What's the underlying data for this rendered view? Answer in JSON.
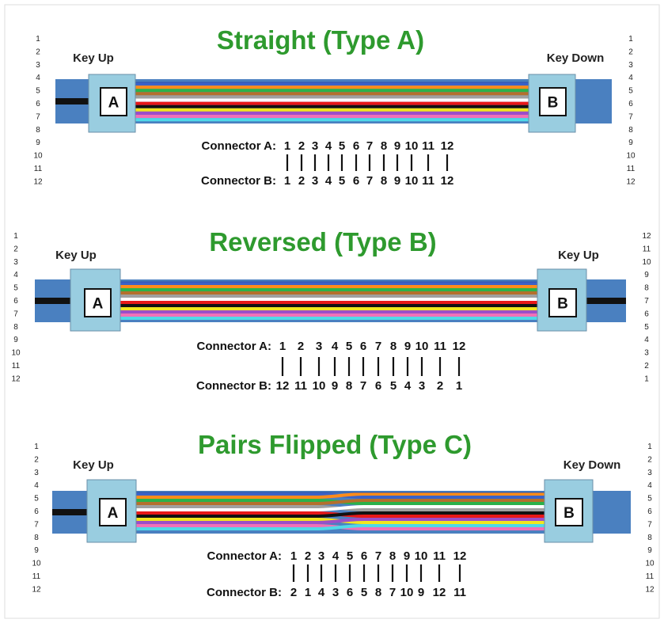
{
  "colors": {
    "title": "#2e9a2e",
    "cable_jacket": "#4a80c0",
    "connector_body": "#99cde0",
    "connector_border": "#6a8fa8",
    "fibers": [
      "#3a62c8",
      "#ff8c1a",
      "#2bb24a",
      "#b4702c",
      "#a0a0a0",
      "#ffffff",
      "#e81818",
      "#111111",
      "#f2e51e",
      "#9a4fc8",
      "#f070b8",
      "#4fd8e8"
    ]
  },
  "sections": [
    {
      "title": "Straight (Type A)",
      "left_key": "Key Up",
      "right_key": "Key Down",
      "left_letter": "A",
      "right_letter": "B",
      "left_pins": [
        "1",
        "2",
        "3",
        "4",
        "5",
        "6",
        "7",
        "8",
        "9",
        "10",
        "11",
        "12"
      ],
      "right_pins": [
        "1",
        "2",
        "3",
        "4",
        "5",
        "6",
        "7",
        "8",
        "9",
        "10",
        "11",
        "12"
      ],
      "connector_a_label": "Connector A:",
      "connector_b_label": "Connector B:",
      "connector_a": [
        "1",
        "2",
        "3",
        "4",
        "5",
        "6",
        "7",
        "8",
        "9",
        "10",
        "11",
        "12"
      ],
      "connector_b": [
        "1",
        "2",
        "3",
        "4",
        "5",
        "6",
        "7",
        "8",
        "9",
        "10",
        "11",
        "12"
      ]
    },
    {
      "title": "Reversed (Type B)",
      "left_key": "Key Up",
      "right_key": "Key Up",
      "left_letter": "A",
      "right_letter": "B",
      "left_pins": [
        "1",
        "2",
        "3",
        "4",
        "5",
        "6",
        "7",
        "8",
        "9",
        "10",
        "11",
        "12"
      ],
      "right_pins": [
        "12",
        "11",
        "10",
        "9",
        "8",
        "7",
        "6",
        "5",
        "4",
        "3",
        "2",
        "1"
      ],
      "connector_a_label": "Connector A:",
      "connector_b_label": "Connector B:",
      "connector_a": [
        "1",
        "2",
        "3",
        "4",
        "5",
        "6",
        "7",
        "8",
        "9",
        "10",
        "11",
        "12"
      ],
      "connector_b": [
        "12",
        "11",
        "10",
        "9",
        "8",
        "7",
        "6",
        "5",
        "4",
        "3",
        "2",
        "1"
      ]
    },
    {
      "title": "Pairs Flipped (Type C)",
      "left_key": "Key Up",
      "right_key": "Key Down",
      "left_letter": "A",
      "right_letter": "B",
      "left_pins": [
        "1",
        "2",
        "3",
        "4",
        "5",
        "6",
        "7",
        "8",
        "9",
        "10",
        "11",
        "12"
      ],
      "right_pins": [
        "1",
        "2",
        "3",
        "4",
        "5",
        "6",
        "7",
        "8",
        "9",
        "10",
        "11",
        "12"
      ],
      "connector_a_label": "Connector A:",
      "connector_b_label": "Connector B:",
      "connector_a": [
        "1",
        "2",
        "3",
        "4",
        "5",
        "6",
        "7",
        "8",
        "9",
        "10",
        "11",
        "12"
      ],
      "connector_b": [
        "2",
        "1",
        "4",
        "3",
        "6",
        "5",
        "8",
        "7",
        "10",
        "9",
        "12",
        "11"
      ]
    }
  ]
}
